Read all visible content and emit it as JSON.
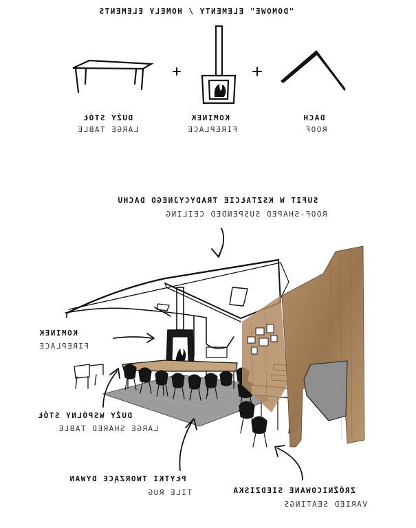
{
  "header": {
    "title": "\"DOMOWE\" ELEMENTY / HOMELY ELEMENTS"
  },
  "icons": [
    {
      "pl": "DUŻY STÓŁ",
      "en": "LARGE TABLE"
    },
    {
      "pl": "KOMINEK",
      "en": "FIREPLACE"
    },
    {
      "pl": "DACH",
      "en": "ROOF"
    }
  ],
  "symbols": {
    "plus": "+"
  },
  "callouts": {
    "ceiling": {
      "pl": "SUFIT W KSZTAŁCIE TRADYCYJNEGO DACHU",
      "en": "ROOF-SHAPED SUSPENDED CEILING"
    },
    "fireplace": {
      "pl": "KOMINEK",
      "en": "FIREPLACE"
    },
    "table": {
      "pl": "DUŻY WSPÓLNY STÓŁ",
      "en": "LARGE SHARED TABLE"
    },
    "rug": {
      "pl": "PŁYTKI TWORZĄCE DYWAN",
      "en": "TILE RUG"
    },
    "seating": {
      "pl": "ZRÓŻNICOWANE SIEDZISKA",
      "en": "VARIED SEATINGS"
    }
  },
  "colors": {
    "ink": "#111111",
    "wood": "#a9875f",
    "rug": "#9c9c9c",
    "bench": "#8f8f8f"
  }
}
